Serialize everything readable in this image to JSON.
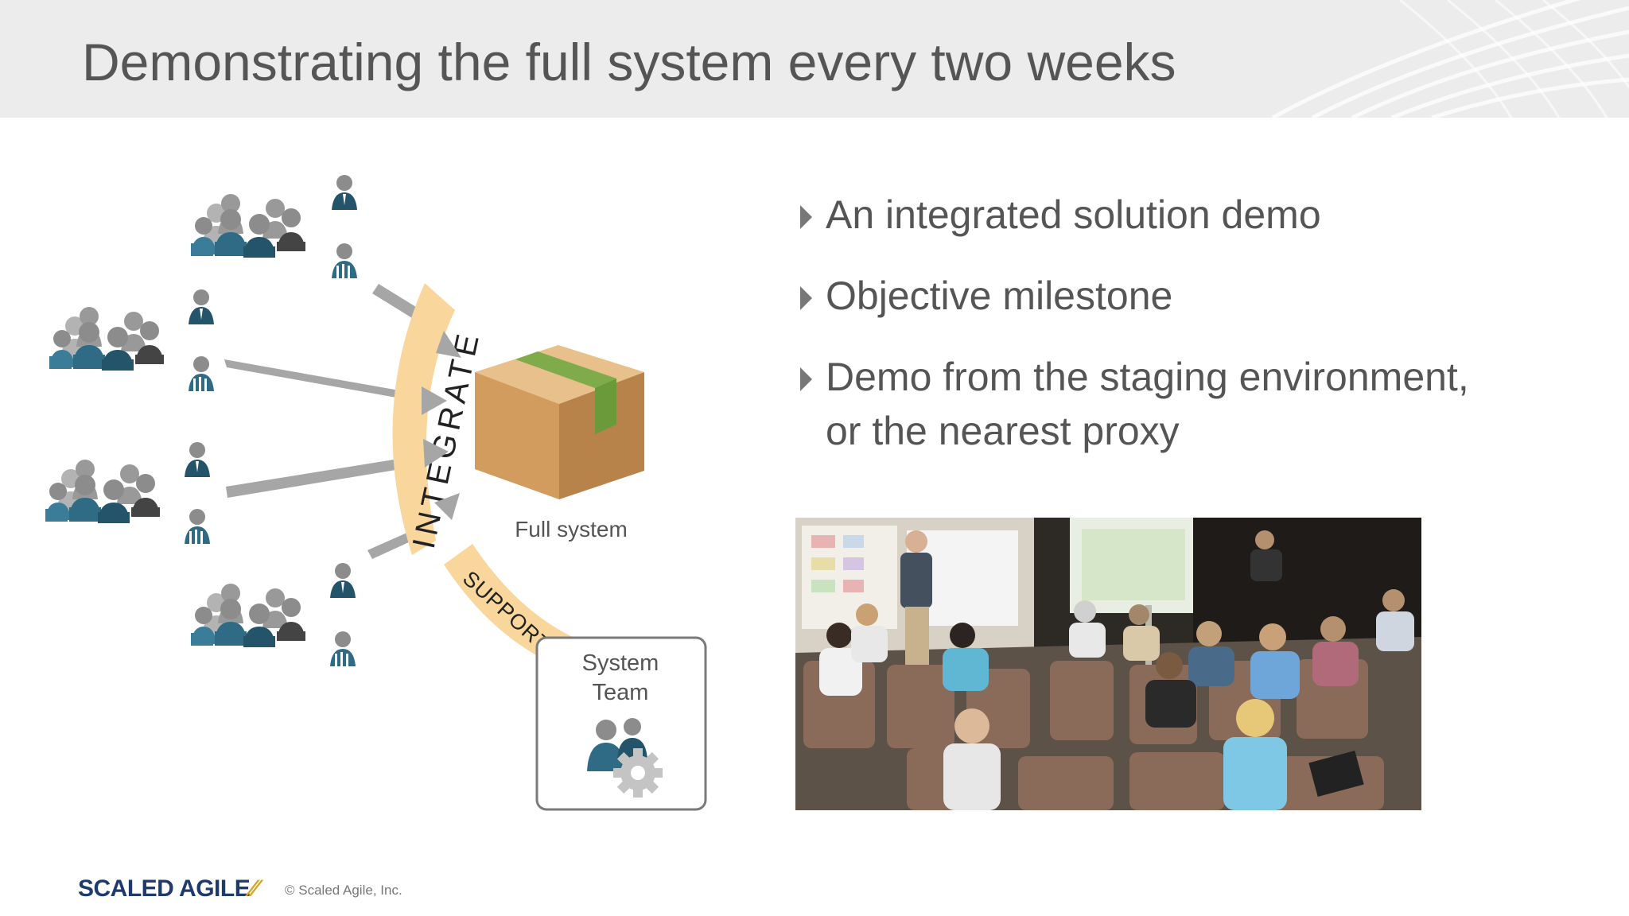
{
  "slide": {
    "title": "Demonstrating the full system every two weeks"
  },
  "diagram": {
    "integrate_label": "INTEGRATE",
    "support_label": "SUPPORT",
    "box_label": "Full system",
    "system_team_line1": "System",
    "system_team_line2": "Team"
  },
  "bullets": [
    "An integrated solution demo",
    "Objective milestone",
    "Demo from the staging environment,",
    "or the nearest proxy"
  ],
  "footer": {
    "logo_text": "SCALED AGILE",
    "copyright": "© Scaled Agile, Inc."
  },
  "colors": {
    "title_text": "#555555",
    "arc_fill": "#f9d79c",
    "team_teal": "#2f6b85",
    "team_gray": "#999999",
    "box_brown": "#d19c5d",
    "tape_green": "#7fab4a",
    "arrow_gray": "#a6a6a6"
  }
}
